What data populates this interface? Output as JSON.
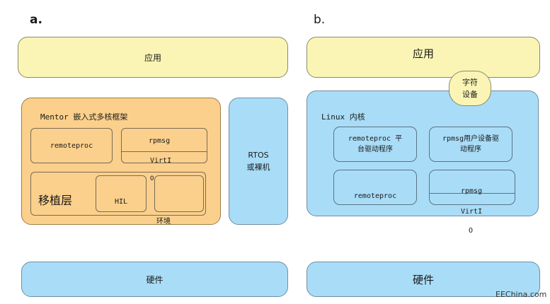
{
  "panel_a": {
    "letter": "a.",
    "app": "应用",
    "framework_title": "Mentor 嵌入式多核框架",
    "remoteproc": "remoteproc",
    "rpmsg": "rpmsg",
    "virtio": "VirtI",
    "porting_layer": "移植层",
    "o_mark": "O",
    "hil": "HIL",
    "env": "环境",
    "rtos": "RTOS\n或裸机",
    "hardware": "硬件"
  },
  "panel_b": {
    "letter": "b.",
    "app": "应用",
    "char_device": "字符\n设备",
    "linux_kernel": "Linux 内核",
    "remoteproc_platform": "remoteproc 平\n台驱动程序",
    "rpmsg_user": "rpmsg用户设备驱\n动程序",
    "remoteproc": "remoteproc",
    "rpmsg": "rpmsg",
    "virtio": "VirtI",
    "o_mark": "O",
    "hardware": "硬件"
  },
  "watermark": "EEChina.com"
}
